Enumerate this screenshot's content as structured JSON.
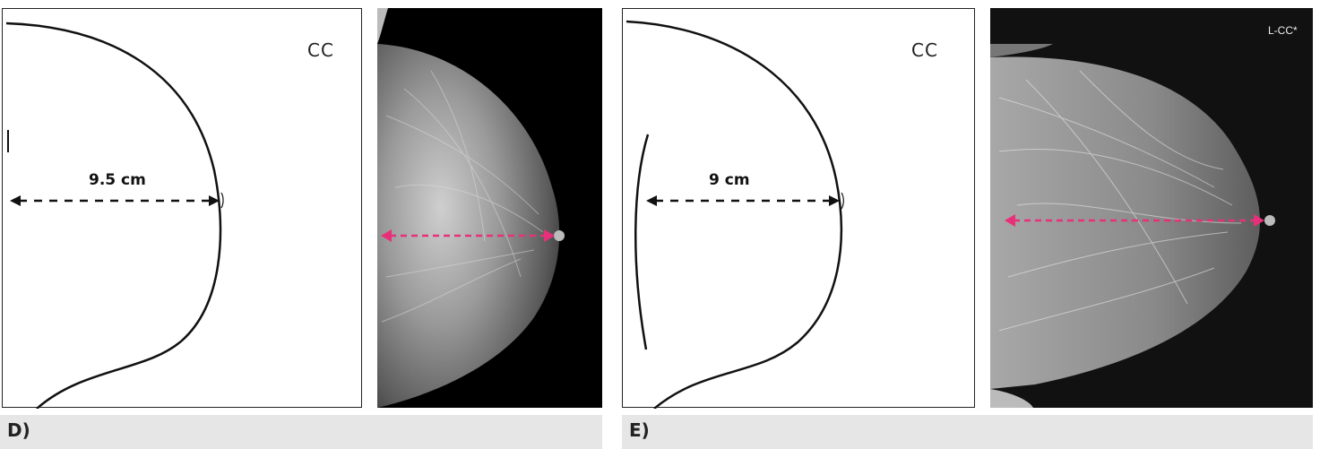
{
  "panels": [
    {
      "caption": "D)",
      "diagram_view": "CC",
      "measurement": "9.5 cm"
    },
    {
      "caption": "E)",
      "diagram_view": "CC",
      "measurement": "9 cm",
      "xray_label": "L-CC*"
    }
  ],
  "colors": {
    "arrow_diagram": "#111111",
    "arrow_xray": "#e8307a",
    "caption_bg": "#e6e6e6"
  }
}
